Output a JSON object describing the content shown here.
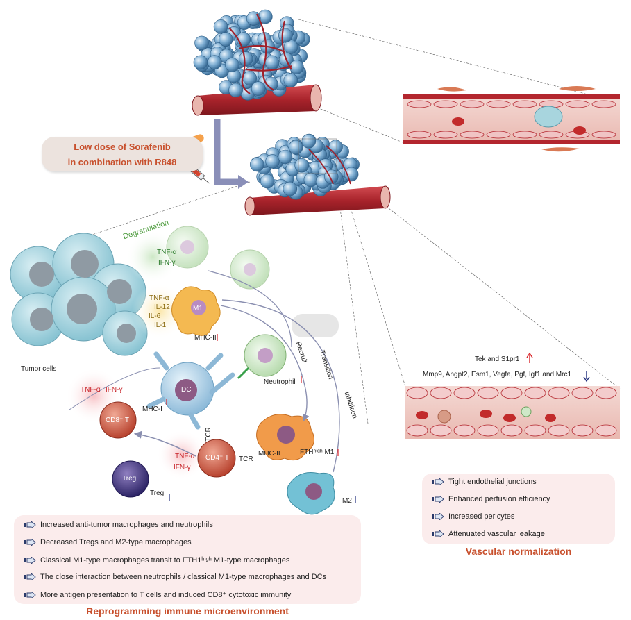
{
  "drug_box": {
    "line1": "Low dose of Sorafenib",
    "line2": "in combination with R848"
  },
  "diagram_labels": {
    "degranulation": "Degranulation",
    "tnf_a": "TNF-α",
    "ifn_y": "IFN-γ",
    "il12": "IL-12",
    "il6": "IL-6",
    "il1": "IL-1",
    "m1": "M1",
    "mhc_ii": "MHC-II",
    "tumor_cells": "Tumor cells",
    "dc": "DC",
    "neutrophil": "Neutrophil",
    "recruit": "Recruit",
    "transition": "Transition",
    "inhibition": "Inhibition",
    "cd8t": "CD8⁺ T",
    "mhc_i": "MHC-I",
    "cd4t": "CD4⁺ T",
    "tcr": "TCR",
    "tcr2": "TCR",
    "mhc_ii_2": "MHC-II",
    "fth_m1": "FTHʰⁱᵍʰ M1",
    "treg": "Treg",
    "treg_label": "Treg",
    "m2": "M2",
    "tek": "Tek and S1pr1",
    "genes_down": "Mmp9, Angpt2, Esm1, Vegfa, Pgf, Igf1 and Mrc1"
  },
  "immune_list": [
    "Increased anti-tumor macrophages and neutrophils",
    "Decreased Tregs and M2-type macrophages",
    "Classical M1-type macrophages transit to FTH1ʰⁱᵍʰ M1-type macrophages",
    "The close interaction between neutrophils / classical M1-type macrophages and DCs",
    "More antigen presentation  to T cells and induced CD8⁺ cytotoxic immunity"
  ],
  "immune_footer": "Reprogramming immune microenvironment",
  "vascular_list": [
    "Tight endothelial junctions",
    "Enhanced perfusion efficiency",
    "Increased pericytes",
    "Attenuated vascular leakage"
  ],
  "vascular_footer": "Vascular normalization",
  "colors": {
    "accent": "#c8502d",
    "up_arrow": "#d9262b",
    "down_arrow": "#1d2a7a",
    "vessel": "#b3262e",
    "tumor_ball": "#6fa3c8",
    "panel_pink": "#fbecec"
  }
}
